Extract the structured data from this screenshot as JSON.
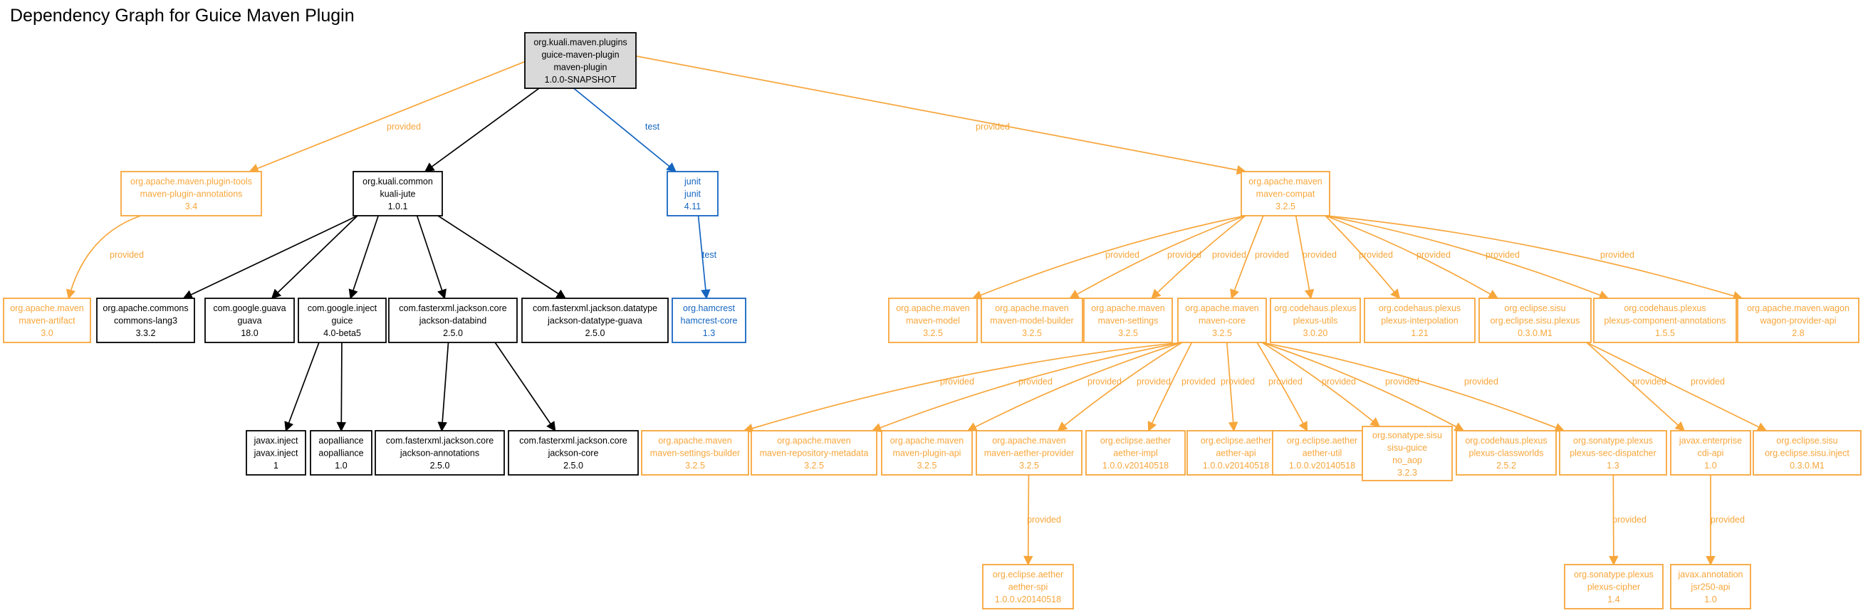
{
  "title": "Dependency Graph for Guice Maven Plugin",
  "colors": {
    "compile": "#000000",
    "provided": "#f7a63b",
    "test": "#1565c0",
    "root_fill": "#d9d9d9"
  },
  "nodes": [
    {
      "id": "root",
      "scope": "root",
      "lines": [
        "org.kuali.maven.plugins",
        "guice-maven-plugin",
        "maven-plugin",
        "1.0.0-SNAPSHOT"
      ]
    },
    {
      "id": "pta",
      "scope": "provided",
      "lines": [
        "org.apache.maven.plugin-tools",
        "maven-plugin-annotations",
        "3.4"
      ]
    },
    {
      "id": "kj",
      "scope": "compile",
      "lines": [
        "org.kuali.common",
        "kuali-jute",
        "1.0.1"
      ]
    },
    {
      "id": "junit",
      "scope": "test",
      "lines": [
        "junit",
        "junit",
        "4.11"
      ]
    },
    {
      "id": "compat",
      "scope": "provided",
      "lines": [
        "org.apache.maven",
        "maven-compat",
        "3.2.5"
      ]
    },
    {
      "id": "artifact",
      "scope": "provided",
      "lines": [
        "org.apache.maven",
        "maven-artifact",
        "3.0"
      ]
    },
    {
      "id": "lang3",
      "scope": "compile",
      "lines": [
        "org.apache.commons",
        "commons-lang3",
        "3.3.2"
      ]
    },
    {
      "id": "guava",
      "scope": "compile",
      "lines": [
        "com.google.guava",
        "guava",
        "18.0"
      ]
    },
    {
      "id": "guice",
      "scope": "compile",
      "lines": [
        "com.google.inject",
        "guice",
        "4.0-beta5"
      ]
    },
    {
      "id": "databind",
      "scope": "compile",
      "lines": [
        "com.fasterxml.jackson.core",
        "jackson-databind",
        "2.5.0"
      ]
    },
    {
      "id": "dtguava",
      "scope": "compile",
      "lines": [
        "com.fasterxml.jackson.datatype",
        "jackson-datatype-guava",
        "2.5.0"
      ]
    },
    {
      "id": "hamcrest",
      "scope": "test",
      "lines": [
        "org.hamcrest",
        "hamcrest-core",
        "1.3"
      ]
    },
    {
      "id": "mmodel",
      "scope": "provided",
      "lines": [
        "org.apache.maven",
        "maven-model",
        "3.2.5"
      ]
    },
    {
      "id": "mmb",
      "scope": "provided",
      "lines": [
        "org.apache.maven",
        "maven-model-builder",
        "3.2.5"
      ]
    },
    {
      "id": "msettings",
      "scope": "provided",
      "lines": [
        "org.apache.maven",
        "maven-settings",
        "3.2.5"
      ]
    },
    {
      "id": "mcore",
      "scope": "provided",
      "lines": [
        "org.apache.maven",
        "maven-core",
        "3.2.5"
      ]
    },
    {
      "id": "putils",
      "scope": "provided",
      "lines": [
        "org.codehaus.plexus",
        "plexus-utils",
        "3.0.20"
      ]
    },
    {
      "id": "pinterp",
      "scope": "provided",
      "lines": [
        "org.codehaus.plexus",
        "plexus-interpolation",
        "1.21"
      ]
    },
    {
      "id": "sisuplexus",
      "scope": "provided",
      "lines": [
        "org.eclipse.sisu",
        "org.eclipse.sisu.plexus",
        "0.3.0.M1"
      ]
    },
    {
      "id": "pca",
      "scope": "provided",
      "lines": [
        "org.codehaus.plexus",
        "plexus-component-annotations",
        "1.5.5"
      ]
    },
    {
      "id": "wagon",
      "scope": "provided",
      "lines": [
        "org.apache.maven.wagon",
        "wagon-provider-api",
        "2.8"
      ]
    },
    {
      "id": "jinject",
      "scope": "compile",
      "lines": [
        "javax.inject",
        "javax.inject",
        "1"
      ]
    },
    {
      "id": "aop",
      "scope": "compile",
      "lines": [
        "aopalliance",
        "aopalliance",
        "1.0"
      ]
    },
    {
      "id": "jannot",
      "scope": "compile",
      "lines": [
        "com.fasterxml.jackson.core",
        "jackson-annotations",
        "2.5.0"
      ]
    },
    {
      "id": "jcore",
      "scope": "compile",
      "lines": [
        "com.fasterxml.jackson.core",
        "jackson-core",
        "2.5.0"
      ]
    },
    {
      "id": "msb",
      "scope": "provided",
      "lines": [
        "org.apache.maven",
        "maven-settings-builder",
        "3.2.5"
      ]
    },
    {
      "id": "mrm",
      "scope": "provided",
      "lines": [
        "org.apache.maven",
        "maven-repository-metadata",
        "3.2.5"
      ]
    },
    {
      "id": "mpa",
      "scope": "provided",
      "lines": [
        "org.apache.maven",
        "maven-plugin-api",
        "3.2.5"
      ]
    },
    {
      "id": "map",
      "scope": "provided",
      "lines": [
        "org.apache.maven",
        "maven-aether-provider",
        "3.2.5"
      ]
    },
    {
      "id": "aimpl",
      "scope": "provided",
      "lines": [
        "org.eclipse.aether",
        "aether-impl",
        "1.0.0.v20140518"
      ]
    },
    {
      "id": "aapi",
      "scope": "provided",
      "lines": [
        "org.eclipse.aether",
        "aether-api",
        "1.0.0.v20140518"
      ]
    },
    {
      "id": "autil",
      "scope": "provided",
      "lines": [
        "org.eclipse.aether",
        "aether-util",
        "1.0.0.v20140518"
      ]
    },
    {
      "id": "sisuguice",
      "scope": "provided",
      "lines": [
        "org.sonatype.sisu",
        "sisu-guice",
        "no_aop",
        "3.2.3"
      ]
    },
    {
      "id": "pcw",
      "scope": "provided",
      "lines": [
        "org.codehaus.plexus",
        "plexus-classworlds",
        "2.5.2"
      ]
    },
    {
      "id": "psd",
      "scope": "provided",
      "lines": [
        "org.sonatype.plexus",
        "plexus-sec-dispatcher",
        "1.3"
      ]
    },
    {
      "id": "cdi",
      "scope": "provided",
      "lines": [
        "javax.enterprise",
        "cdi-api",
        "1.0"
      ]
    },
    {
      "id": "sisuinject",
      "scope": "provided",
      "lines": [
        "org.eclipse.sisu",
        "org.eclipse.sisu.inject",
        "0.3.0.M1"
      ]
    },
    {
      "id": "aspi",
      "scope": "provided",
      "lines": [
        "org.eclipse.aether",
        "aether-spi",
        "1.0.0.v20140518"
      ]
    },
    {
      "id": "pcipher",
      "scope": "provided",
      "lines": [
        "org.sonatype.plexus",
        "plexus-cipher",
        "1.4"
      ]
    },
    {
      "id": "jsr250",
      "scope": "provided",
      "lines": [
        "javax.annotation",
        "jsr250-api",
        "1.0"
      ]
    }
  ],
  "edges": [
    {
      "from": "root",
      "to": "pta",
      "label": "provided"
    },
    {
      "from": "root",
      "to": "kj",
      "label": ""
    },
    {
      "from": "root",
      "to": "junit",
      "label": "test"
    },
    {
      "from": "root",
      "to": "compat",
      "label": "provided"
    },
    {
      "from": "pta",
      "to": "artifact",
      "label": "provided"
    },
    {
      "from": "kj",
      "to": "lang3",
      "label": ""
    },
    {
      "from": "kj",
      "to": "guava",
      "label": ""
    },
    {
      "from": "kj",
      "to": "guice",
      "label": ""
    },
    {
      "from": "kj",
      "to": "databind",
      "label": ""
    },
    {
      "from": "kj",
      "to": "dtguava",
      "label": ""
    },
    {
      "from": "junit",
      "to": "hamcrest",
      "label": "test"
    },
    {
      "from": "guice",
      "to": "jinject",
      "label": ""
    },
    {
      "from": "guice",
      "to": "aop",
      "label": ""
    },
    {
      "from": "databind",
      "to": "jannot",
      "label": ""
    },
    {
      "from": "databind",
      "to": "jcore",
      "label": ""
    },
    {
      "from": "compat",
      "to": "mmodel",
      "label": "provided"
    },
    {
      "from": "compat",
      "to": "mmb",
      "label": "provided"
    },
    {
      "from": "compat",
      "to": "msettings",
      "label": "provided"
    },
    {
      "from": "compat",
      "to": "mcore",
      "label": "provided"
    },
    {
      "from": "compat",
      "to": "putils",
      "label": "provided"
    },
    {
      "from": "compat",
      "to": "pinterp",
      "label": "provided"
    },
    {
      "from": "compat",
      "to": "sisuplexus",
      "label": "provided"
    },
    {
      "from": "compat",
      "to": "pca",
      "label": "provided"
    },
    {
      "from": "compat",
      "to": "wagon",
      "label": "provided"
    },
    {
      "from": "mcore",
      "to": "msb",
      "label": "provided"
    },
    {
      "from": "mcore",
      "to": "mrm",
      "label": "provided"
    },
    {
      "from": "mcore",
      "to": "mpa",
      "label": "provided"
    },
    {
      "from": "mcore",
      "to": "map",
      "label": "provided"
    },
    {
      "from": "mcore",
      "to": "aimpl",
      "label": "provided"
    },
    {
      "from": "mcore",
      "to": "aapi",
      "label": "provided"
    },
    {
      "from": "mcore",
      "to": "autil",
      "label": "provided"
    },
    {
      "from": "mcore",
      "to": "sisuguice",
      "label": "provided"
    },
    {
      "from": "mcore",
      "to": "pcw",
      "label": "provided"
    },
    {
      "from": "mcore",
      "to": "psd",
      "label": "provided"
    },
    {
      "from": "sisuplexus",
      "to": "cdi",
      "label": "provided"
    },
    {
      "from": "sisuplexus",
      "to": "sisuinject",
      "label": "provided"
    },
    {
      "from": "map",
      "to": "aspi",
      "label": "provided"
    },
    {
      "from": "psd",
      "to": "pcipher",
      "label": "provided"
    },
    {
      "from": "cdi",
      "to": "jsr250",
      "label": "provided"
    }
  ]
}
